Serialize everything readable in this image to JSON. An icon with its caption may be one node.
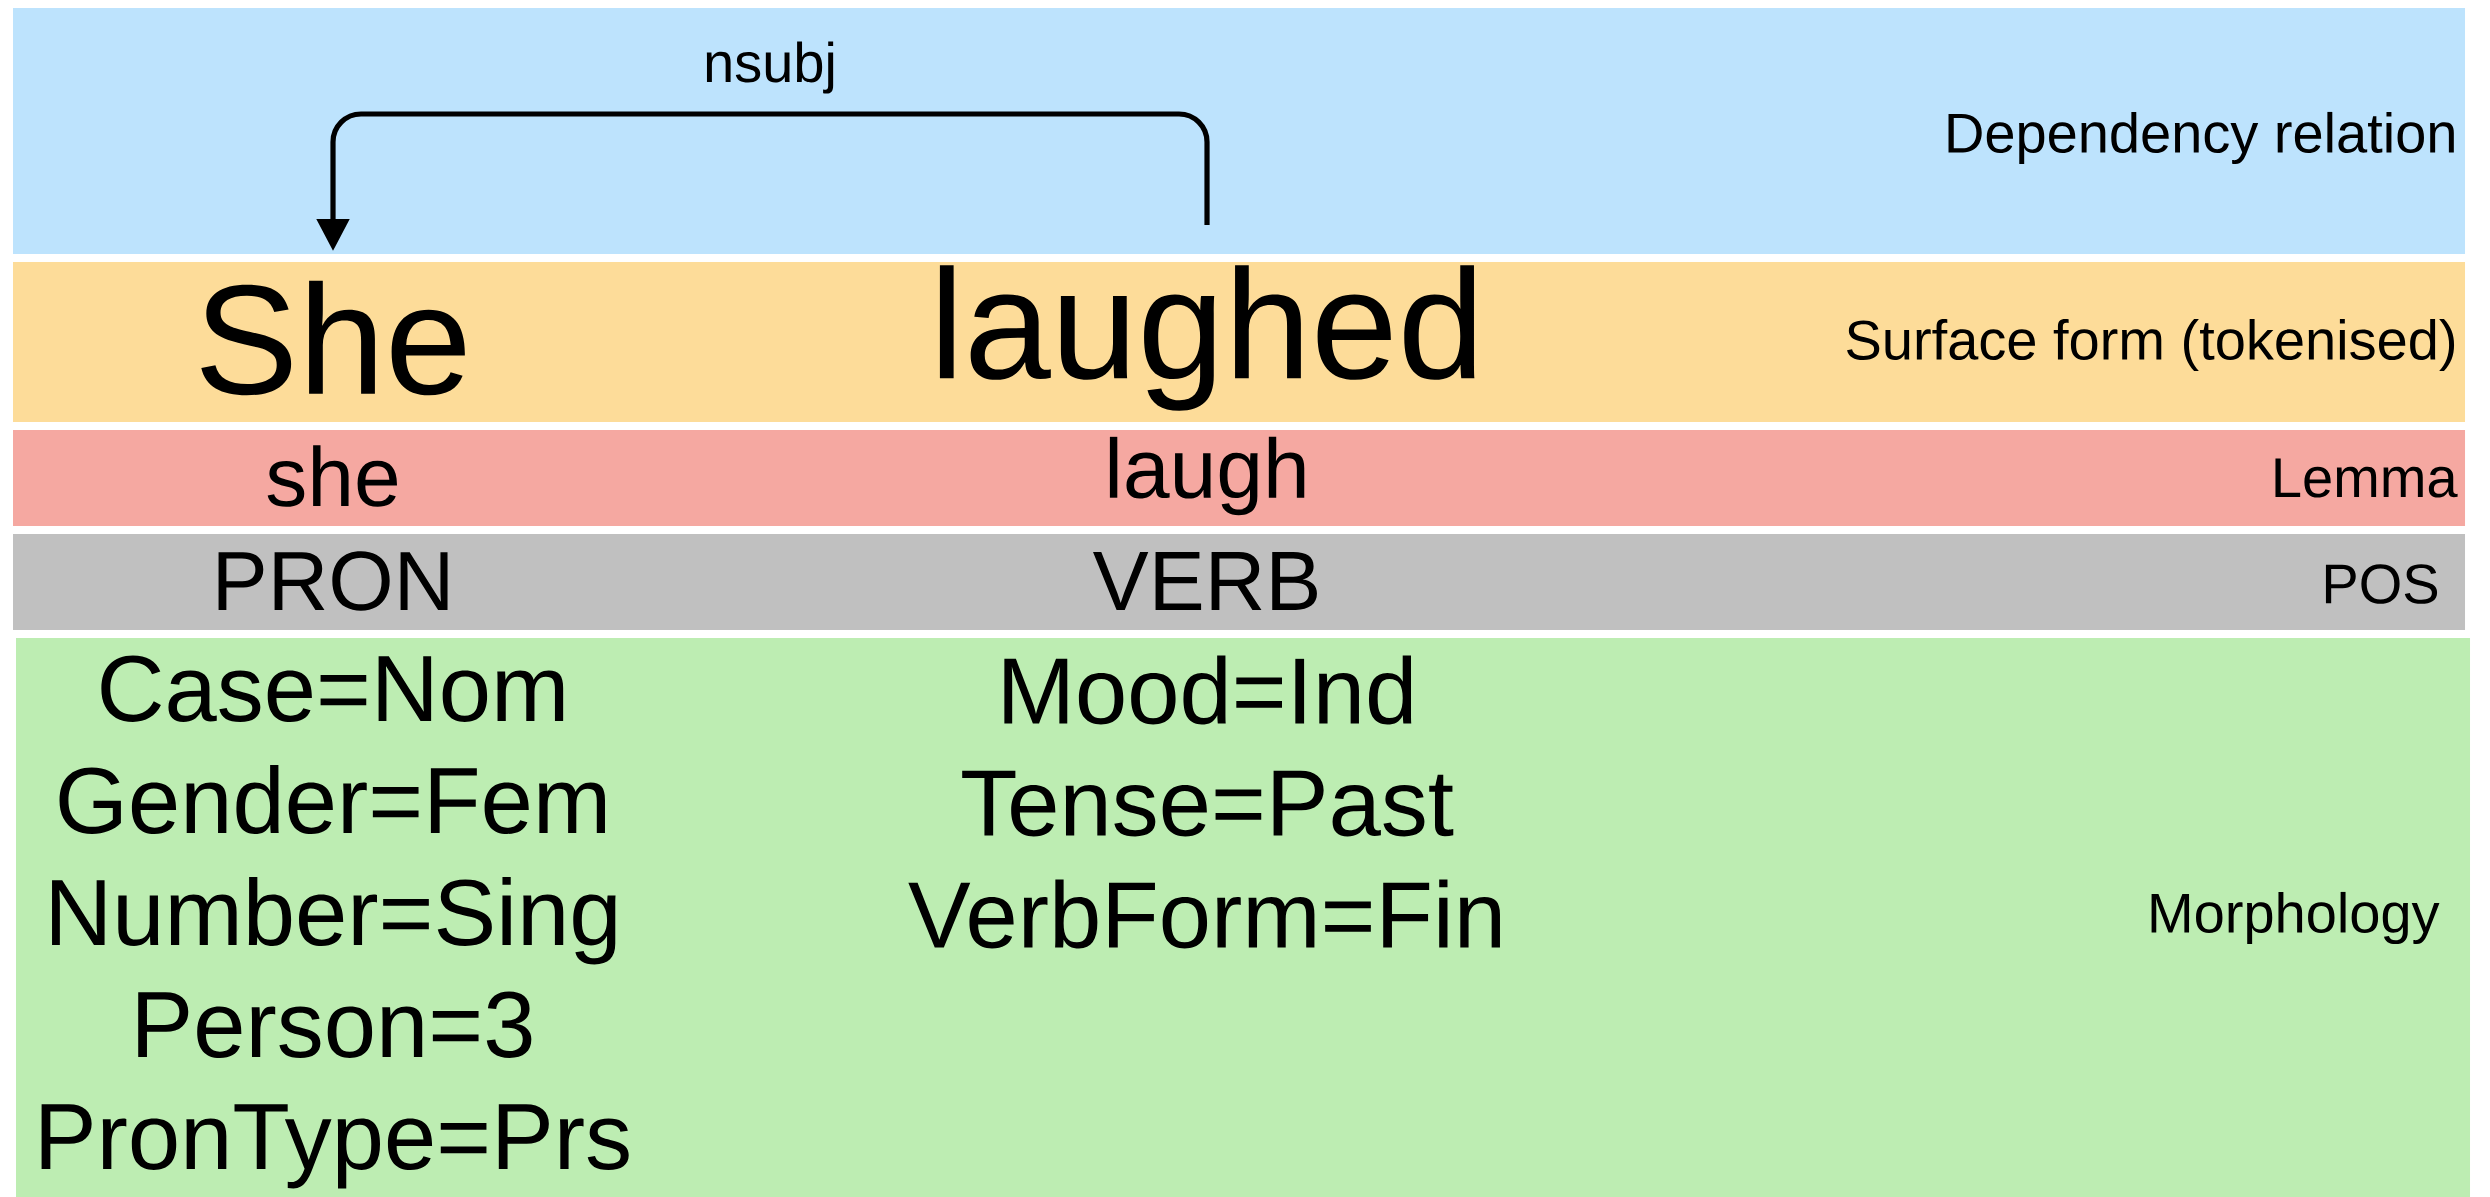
{
  "diagram": {
    "nodes": [
      {
        "text": [
          "Surface form (tokenised)"
        ]
      },
      {
        "text": [
          "She"
        ],
        "in": 0
      },
      {
        "text": [
          "laughed"
        ],
        "in": 0
      },
      {
        "text": [
          "she",
          "laugh",
          "Lemma"
        ]
      },
      {
        "text": [
          "PRON",
          "VERB",
          "POS"
        ]
      },
      {
        "text": [
          "Case=Nom Gender=Fem Number=Sing Person=3 PronType=Prs",
          "Mood=Ind Tense=Past VerbForm=Fin",
          "Morphology"
        ]
      }
    ],
    "edges": [
      {
        "from": 2,
        "to": 1,
        "arrow": "to",
        "label": "nsubj"
      }
    ],
    "labels": [
      "Dependency relation"
    ]
  }
}
